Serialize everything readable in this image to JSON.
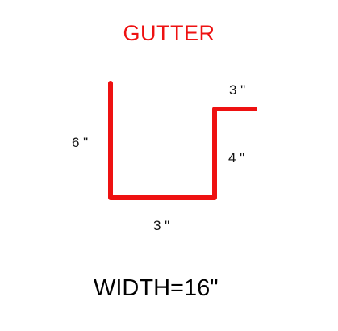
{
  "title": "GUTTER",
  "dimensions": {
    "left_height": "6 \"",
    "top_flange": "3 \"",
    "right_height": "4 \"",
    "bottom_width": "3 \""
  },
  "width_label": "WIDTH=16\"",
  "colors": {
    "profile": "#ee1111",
    "title": "#ee1111",
    "text": "#000000"
  }
}
